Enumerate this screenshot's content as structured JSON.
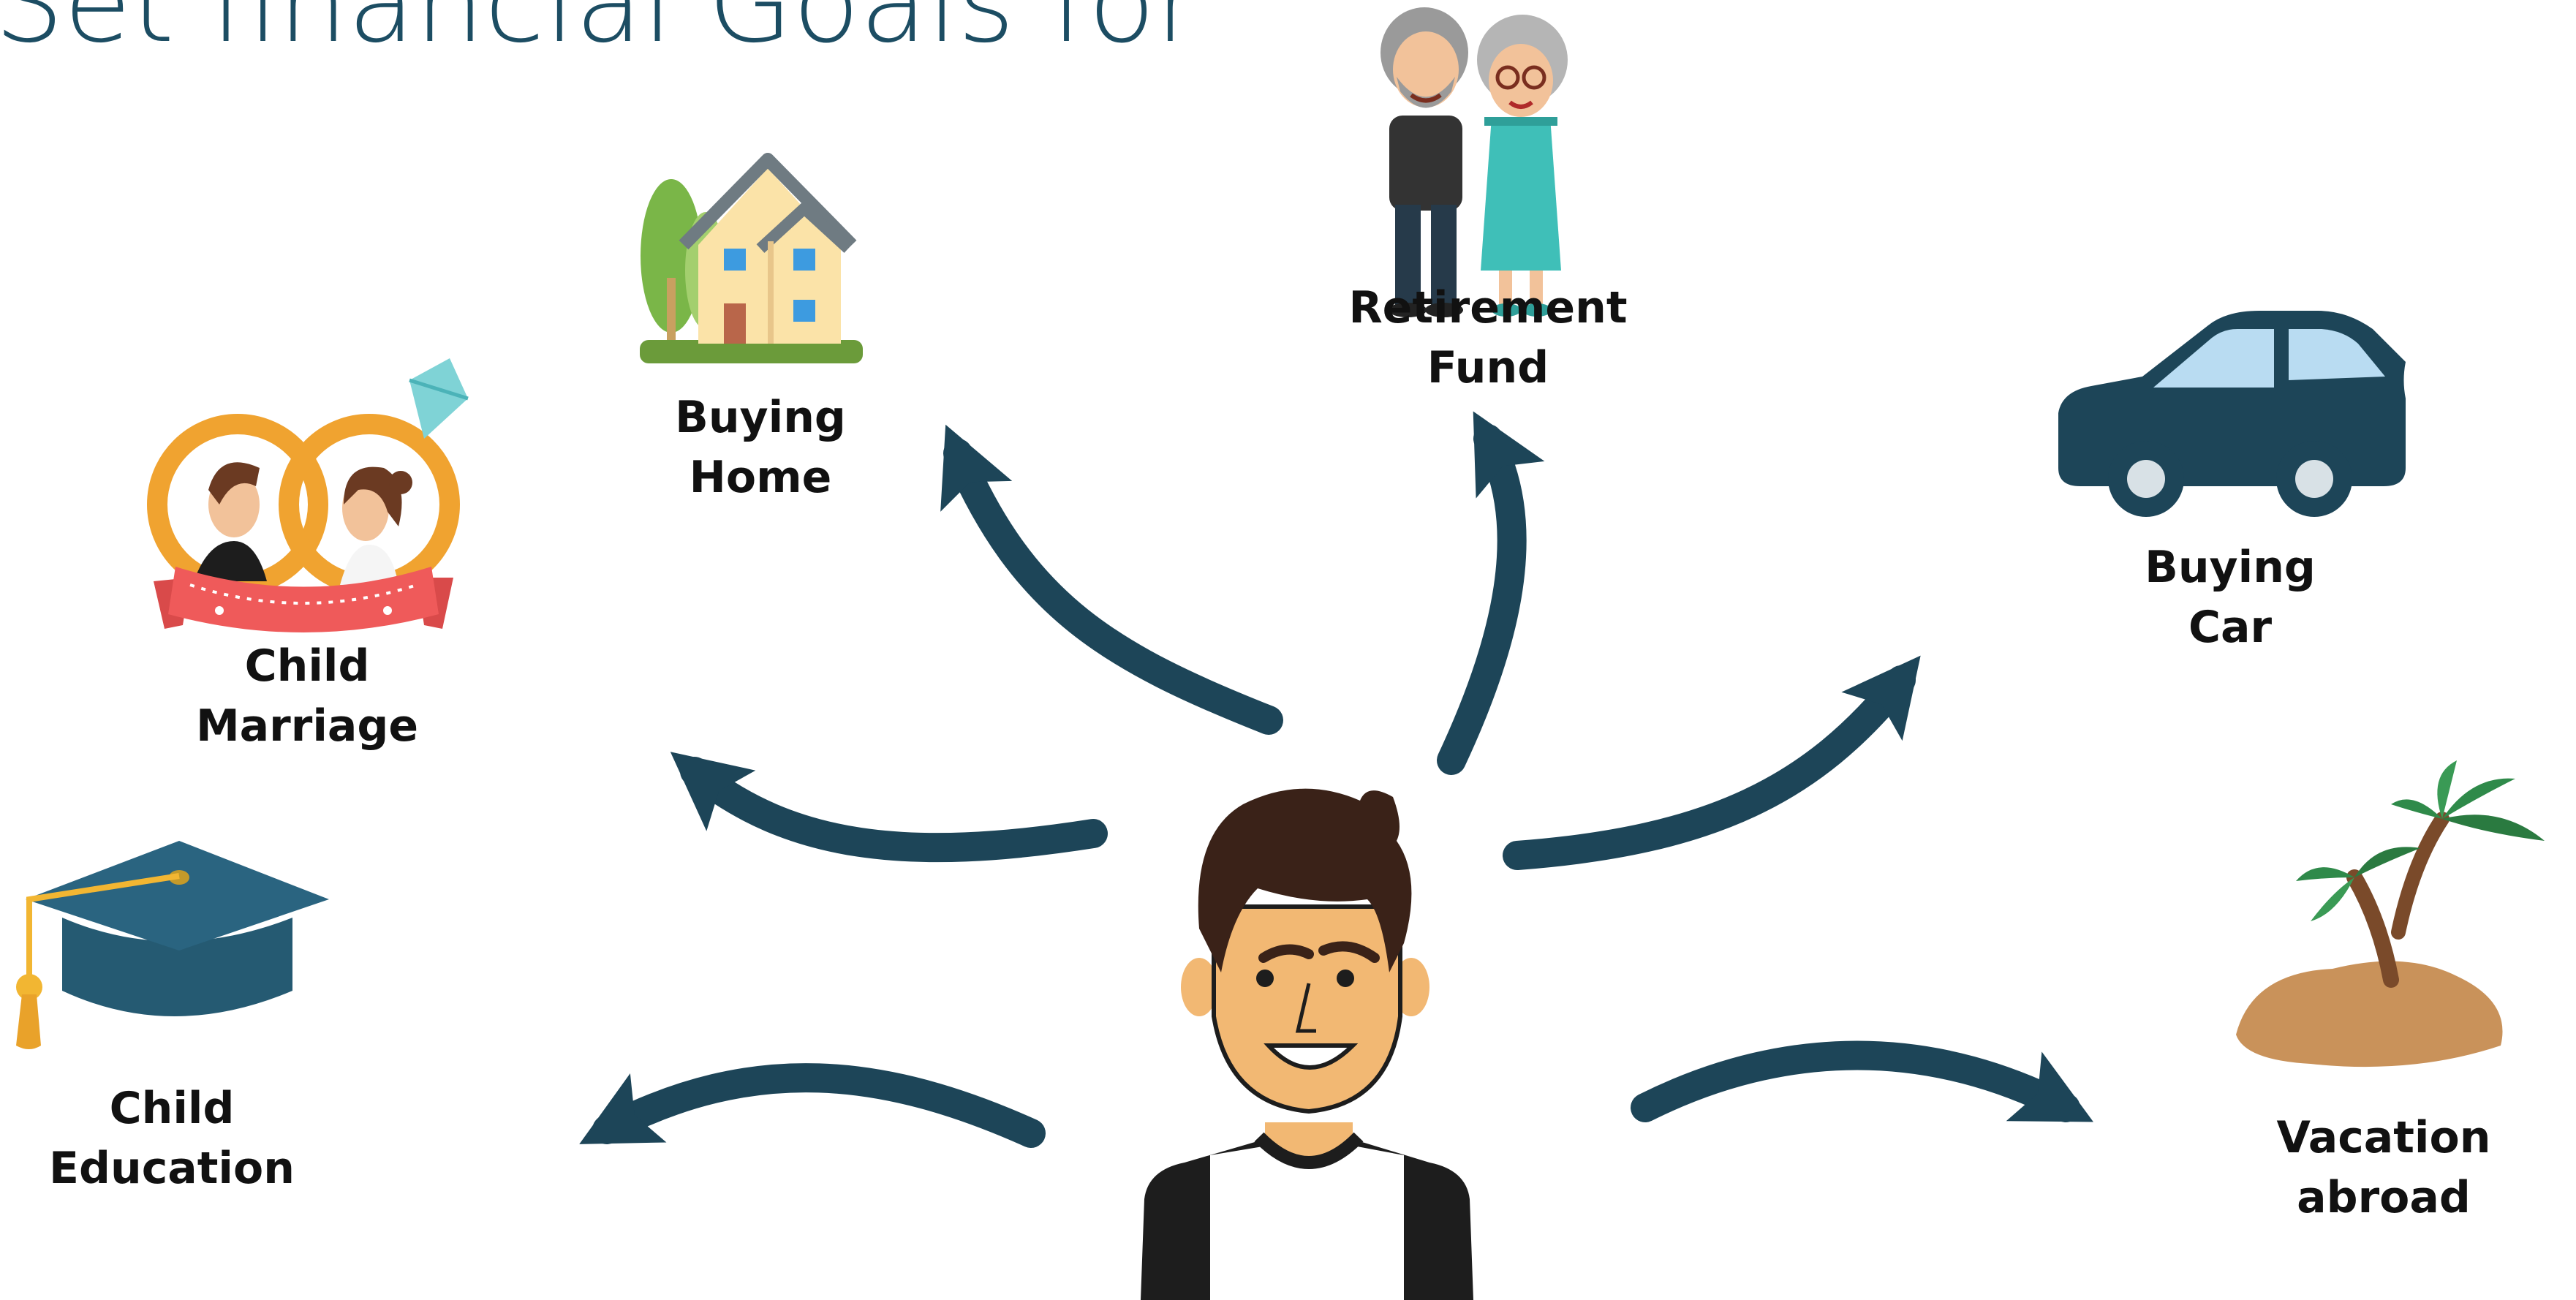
{
  "heading": "Set financial Goals for",
  "colors": {
    "arrow": "#1d4558",
    "heading": "#1c4d63",
    "label": "#111111"
  },
  "goals": {
    "retirement": {
      "line1": "Retirement",
      "line2": "Fund",
      "icon": "elderly-couple-icon"
    },
    "home": {
      "line1": "Buying",
      "line2": "Home",
      "icon": "house-icon"
    },
    "car": {
      "line1": "Buying",
      "line2": "Car",
      "icon": "car-icon"
    },
    "marriage": {
      "line1": "Child",
      "line2": "Marriage",
      "icon": "wedding-rings-icon"
    },
    "education": {
      "line1": "Child",
      "line2": "Education",
      "icon": "graduation-cap-icon"
    },
    "vacation": {
      "line1": "Vacation",
      "line2": "abroad",
      "icon": "palm-island-icon"
    }
  },
  "center": {
    "icon": "man-avatar-icon"
  }
}
